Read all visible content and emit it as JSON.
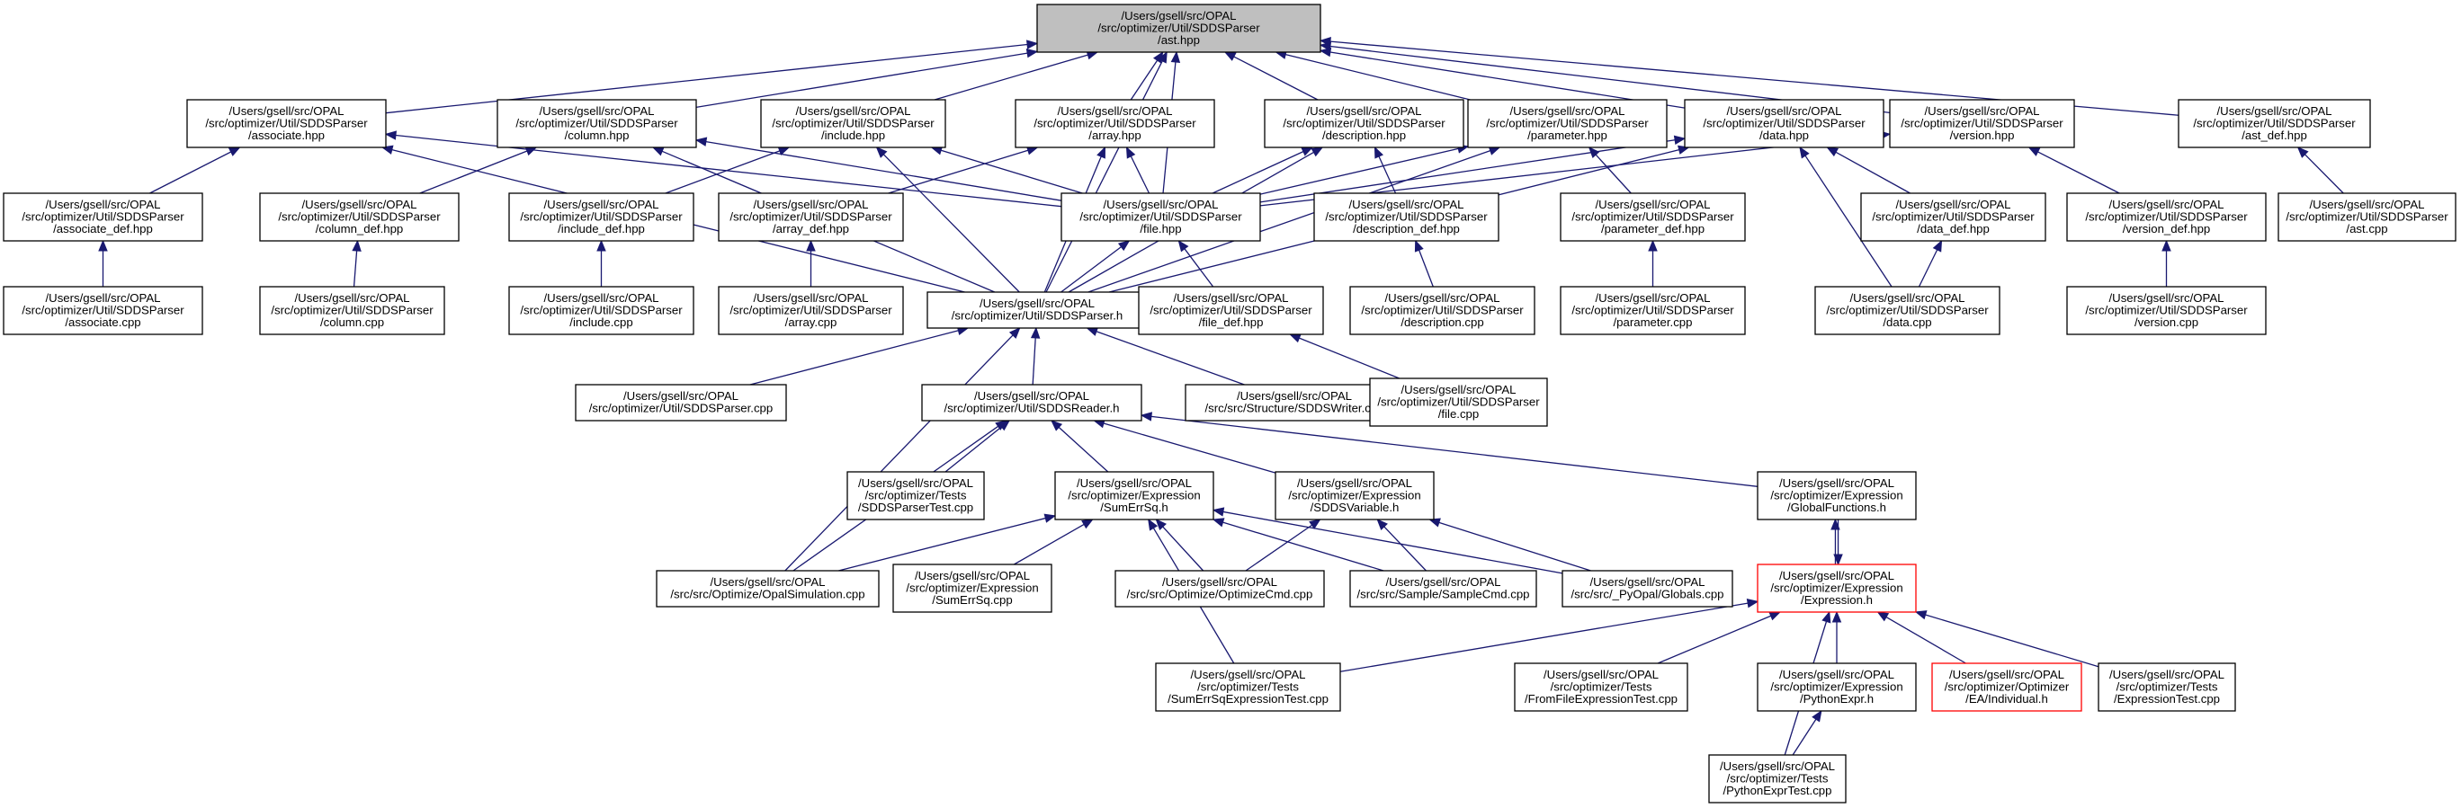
{
  "diagram": {
    "nodes": [
      {
        "id": "ast",
        "lines": [
          "/Users/gsell/src/OPAL",
          "/src/optimizer/Util/SDDSParser",
          "/ast.hpp"
        ],
        "highlight": "root"
      },
      {
        "id": "associate",
        "lines": [
          "/Users/gsell/src/OPAL",
          "/src/optimizer/Util/SDDSParser",
          "/associate.hpp"
        ]
      },
      {
        "id": "column",
        "lines": [
          "/Users/gsell/src/OPAL",
          "/src/optimizer/Util/SDDSParser",
          "/column.hpp"
        ]
      },
      {
        "id": "include",
        "lines": [
          "/Users/gsell/src/OPAL",
          "/src/optimizer/Util/SDDSParser",
          "/include.hpp"
        ]
      },
      {
        "id": "array",
        "lines": [
          "/Users/gsell/src/OPAL",
          "/src/optimizer/Util/SDDSParser",
          "/array.hpp"
        ]
      },
      {
        "id": "description",
        "lines": [
          "/Users/gsell/src/OPAL",
          "/src/optimizer/Util/SDDSParser",
          "/description.hpp"
        ]
      },
      {
        "id": "parameter",
        "lines": [
          "/Users/gsell/src/OPAL",
          "/src/optimizer/Util/SDDSParser",
          "/parameter.hpp"
        ]
      },
      {
        "id": "data",
        "lines": [
          "/Users/gsell/src/OPAL",
          "/src/optimizer/Util/SDDSParser",
          "/data.hpp"
        ]
      },
      {
        "id": "version",
        "lines": [
          "/Users/gsell/src/OPAL",
          "/src/optimizer/Util/SDDSParser",
          "/version.hpp"
        ]
      },
      {
        "id": "ast_def",
        "lines": [
          "/Users/gsell/src/OPAL",
          "/src/optimizer/Util/SDDSParser",
          "/ast_def.hpp"
        ]
      },
      {
        "id": "associate_def",
        "lines": [
          "/Users/gsell/src/OPAL",
          "/src/optimizer/Util/SDDSParser",
          "/associate_def.hpp"
        ]
      },
      {
        "id": "column_def",
        "lines": [
          "/Users/gsell/src/OPAL",
          "/src/optimizer/Util/SDDSParser",
          "/column_def.hpp"
        ]
      },
      {
        "id": "include_def",
        "lines": [
          "/Users/gsell/src/OPAL",
          "/src/optimizer/Util/SDDSParser",
          "/include_def.hpp"
        ]
      },
      {
        "id": "array_def",
        "lines": [
          "/Users/gsell/src/OPAL",
          "/src/optimizer/Util/SDDSParser",
          "/array_def.hpp"
        ]
      },
      {
        "id": "file",
        "lines": [
          "/Users/gsell/src/OPAL",
          "/src/optimizer/Util/SDDSParser",
          "/file.hpp"
        ]
      },
      {
        "id": "description_def",
        "lines": [
          "/Users/gsell/src/OPAL",
          "/src/optimizer/Util/SDDSParser",
          "/description_def.hpp"
        ]
      },
      {
        "id": "parameter_def",
        "lines": [
          "/Users/gsell/src/OPAL",
          "/src/optimizer/Util/SDDSParser",
          "/parameter_def.hpp"
        ]
      },
      {
        "id": "data_def",
        "lines": [
          "/Users/gsell/src/OPAL",
          "/src/optimizer/Util/SDDSParser",
          "/data_def.hpp"
        ]
      },
      {
        "id": "version_def",
        "lines": [
          "/Users/gsell/src/OPAL",
          "/src/optimizer/Util/SDDSParser",
          "/version_def.hpp"
        ]
      },
      {
        "id": "ast_cpp",
        "lines": [
          "/Users/gsell/src/OPAL",
          "/src/optimizer/Util/SDDSParser",
          "/ast.cpp"
        ]
      },
      {
        "id": "associate_cpp",
        "lines": [
          "/Users/gsell/src/OPAL",
          "/src/optimizer/Util/SDDSParser",
          "/associate.cpp"
        ]
      },
      {
        "id": "column_cpp",
        "lines": [
          "/Users/gsell/src/OPAL",
          "/src/optimizer/Util/SDDSParser",
          "/column.cpp"
        ]
      },
      {
        "id": "include_cpp",
        "lines": [
          "/Users/gsell/src/OPAL",
          "/src/optimizer/Util/SDDSParser",
          "/include.cpp"
        ]
      },
      {
        "id": "array_cpp",
        "lines": [
          "/Users/gsell/src/OPAL",
          "/src/optimizer/Util/SDDSParser",
          "/array.cpp"
        ]
      },
      {
        "id": "sddsparser_h",
        "lines": [
          "/Users/gsell/src/OPAL",
          "/src/optimizer/Util/SDDSParser.h"
        ]
      },
      {
        "id": "file_def",
        "lines": [
          "/Users/gsell/src/OPAL",
          "/src/optimizer/Util/SDDSParser",
          "/file_def.hpp"
        ]
      },
      {
        "id": "description_cpp",
        "lines": [
          "/Users/gsell/src/OPAL",
          "/src/optimizer/Util/SDDSParser",
          "/description.cpp"
        ]
      },
      {
        "id": "parameter_cpp",
        "lines": [
          "/Users/gsell/src/OPAL",
          "/src/optimizer/Util/SDDSParser",
          "/parameter.cpp"
        ]
      },
      {
        "id": "data_cpp",
        "lines": [
          "/Users/gsell/src/OPAL",
          "/src/optimizer/Util/SDDSParser",
          "/data.cpp"
        ]
      },
      {
        "id": "version_cpp",
        "lines": [
          "/Users/gsell/src/OPAL",
          "/src/optimizer/Util/SDDSParser",
          "/version.cpp"
        ]
      },
      {
        "id": "sddsparser_cpp",
        "lines": [
          "/Users/gsell/src/OPAL",
          "/src/optimizer/Util/SDDSParser.cpp"
        ]
      },
      {
        "id": "sddsreader_h",
        "lines": [
          "/Users/gsell/src/OPAL",
          "/src/optimizer/Util/SDDSReader.h"
        ]
      },
      {
        "id": "sddswriter_cpp",
        "lines": [
          "/Users/gsell/src/OPAL",
          "/src/src/Structure/SDDSWriter.cpp"
        ]
      },
      {
        "id": "file_cpp",
        "lines": [
          "/Users/gsell/src/OPAL",
          "/src/optimizer/Util/SDDSParser",
          "/file.cpp"
        ]
      },
      {
        "id": "sddsparsertest_cpp",
        "lines": [
          "/Users/gsell/src/OPAL",
          "/src/optimizer/Tests",
          "/SDDSParserTest.cpp"
        ]
      },
      {
        "id": "sumerrsq_h",
        "lines": [
          "/Users/gsell/src/OPAL",
          "/src/optimizer/Expression",
          "/SumErrSq.h"
        ]
      },
      {
        "id": "sddsvariable_h",
        "lines": [
          "/Users/gsell/src/OPAL",
          "/src/optimizer/Expression",
          "/SDDSVariable.h"
        ]
      },
      {
        "id": "globalfunctions_h",
        "lines": [
          "/Users/gsell/src/OPAL",
          "/src/optimizer/Expression",
          "/GlobalFunctions.h"
        ]
      },
      {
        "id": "opalsimulation_cpp",
        "lines": [
          "/Users/gsell/src/OPAL",
          "/src/src/Optimize/OpalSimulation.cpp"
        ]
      },
      {
        "id": "sumerrsq_cpp",
        "lines": [
          "/Users/gsell/src/OPAL",
          "/src/optimizer/Expression",
          "/SumErrSq.cpp"
        ]
      },
      {
        "id": "optimizecmd_cpp",
        "lines": [
          "/Users/gsell/src/OPAL",
          "/src/src/Optimize/OptimizeCmd.cpp"
        ]
      },
      {
        "id": "samplecmd_cpp",
        "lines": [
          "/Users/gsell/src/OPAL",
          "/src/src/Sample/SampleCmd.cpp"
        ]
      },
      {
        "id": "globals_cpp",
        "lines": [
          "/Users/gsell/src/OPAL",
          "/src/src/_PyOpal/Globals.cpp"
        ]
      },
      {
        "id": "expression_h",
        "lines": [
          "/Users/gsell/src/OPAL",
          "/src/optimizer/Expression",
          "/Expression.h"
        ],
        "highlight": "red"
      },
      {
        "id": "sumerrsqexpressiontest_cpp",
        "lines": [
          "/Users/gsell/src/OPAL",
          "/src/optimizer/Tests",
          "/SumErrSqExpressionTest.cpp"
        ]
      },
      {
        "id": "fromfileexpressiontest_cpp",
        "lines": [
          "/Users/gsell/src/OPAL",
          "/src/optimizer/Tests",
          "/FromFileExpressionTest.cpp"
        ]
      },
      {
        "id": "pythonexpr_h",
        "lines": [
          "/Users/gsell/src/OPAL",
          "/src/optimizer/Expression",
          "/PythonExpr.h"
        ]
      },
      {
        "id": "individual_h",
        "lines": [
          "/Users/gsell/src/OPAL",
          "/src/optimizer/Optimizer",
          "/EA/Individual.h"
        ],
        "highlight": "red"
      },
      {
        "id": "expressiontest_cpp",
        "lines": [
          "/Users/gsell/src/OPAL",
          "/src/optimizer/Tests",
          "/ExpressionTest.cpp"
        ]
      },
      {
        "id": "pythonexprtest_cpp",
        "lines": [
          "/Users/gsell/src/OPAL",
          "/src/optimizer/Tests",
          "/PythonExprTest.cpp"
        ]
      }
    ],
    "edges": [
      [
        "associate",
        "ast"
      ],
      [
        "column",
        "ast"
      ],
      [
        "include",
        "ast"
      ],
      [
        "array",
        "ast"
      ],
      [
        "description",
        "ast"
      ],
      [
        "parameter",
        "ast"
      ],
      [
        "data",
        "ast"
      ],
      [
        "version",
        "ast"
      ],
      [
        "ast_def",
        "ast"
      ],
      [
        "file",
        "ast"
      ],
      [
        "sddsparser_h",
        "ast"
      ],
      [
        "associate_def",
        "associate"
      ],
      [
        "file",
        "associate"
      ],
      [
        "sddsparser_h",
        "associate"
      ],
      [
        "column_def",
        "column"
      ],
      [
        "file",
        "column"
      ],
      [
        "sddsparser_h",
        "column"
      ],
      [
        "include_def",
        "include"
      ],
      [
        "file",
        "include"
      ],
      [
        "sddsparser_h",
        "include"
      ],
      [
        "array_def",
        "array"
      ],
      [
        "file",
        "array"
      ],
      [
        "sddsparser_h",
        "array"
      ],
      [
        "description_def",
        "description"
      ],
      [
        "file",
        "description"
      ],
      [
        "sddsparser_h",
        "description"
      ],
      [
        "parameter_def",
        "parameter"
      ],
      [
        "file",
        "parameter"
      ],
      [
        "sddsparser_h",
        "parameter"
      ],
      [
        "data_def",
        "data"
      ],
      [
        "file",
        "data"
      ],
      [
        "sddsparser_h",
        "data"
      ],
      [
        "data_cpp",
        "data"
      ],
      [
        "version_def",
        "version"
      ],
      [
        "file",
        "version"
      ],
      [
        "ast_cpp",
        "ast_def"
      ],
      [
        "associate_cpp",
        "associate_def"
      ],
      [
        "column_cpp",
        "column_def"
      ],
      [
        "include_cpp",
        "include_def"
      ],
      [
        "array_cpp",
        "array_def"
      ],
      [
        "description_cpp",
        "description_def"
      ],
      [
        "parameter_cpp",
        "parameter_def"
      ],
      [
        "data_cpp",
        "data_def"
      ],
      [
        "version_cpp",
        "version_def"
      ],
      [
        "sddsparser_h",
        "file"
      ],
      [
        "file_def",
        "file"
      ],
      [
        "file_cpp",
        "file_def"
      ],
      [
        "sddsparser_cpp",
        "sddsparser_h"
      ],
      [
        "sddsreader_h",
        "sddsparser_h"
      ],
      [
        "sddswriter_cpp",
        "sddsparser_h"
      ],
      [
        "opalsimulation_cpp",
        "sddsparser_h"
      ],
      [
        "sddsparsertest_cpp",
        "sddsreader_h"
      ],
      [
        "sumerrsq_h",
        "sddsreader_h"
      ],
      [
        "sddsvariable_h",
        "sddsreader_h"
      ],
      [
        "globalfunctions_h",
        "sddsreader_h"
      ],
      [
        "opalsimulation_cpp",
        "sddsreader_h"
      ],
      [
        "opalsimulation_cpp",
        "sumerrsq_h"
      ],
      [
        "sumerrsq_cpp",
        "sumerrsq_h"
      ],
      [
        "optimizecmd_cpp",
        "sumerrsq_h"
      ],
      [
        "samplecmd_cpp",
        "sumerrsq_h"
      ],
      [
        "globals_cpp",
        "sumerrsq_h"
      ],
      [
        "sumerrsqexpressiontest_cpp",
        "sumerrsq_h"
      ],
      [
        "optimizecmd_cpp",
        "sddsvariable_h"
      ],
      [
        "samplecmd_cpp",
        "sddsvariable_h"
      ],
      [
        "globals_cpp",
        "sddsvariable_h"
      ],
      [
        "expression_h",
        "globalfunctions_h"
      ],
      [
        "globalfunctions_h",
        "expression_h"
      ],
      [
        "sumerrsqexpressiontest_cpp",
        "expression_h"
      ],
      [
        "fromfileexpressiontest_cpp",
        "expression_h"
      ],
      [
        "pythonexpr_h",
        "expression_h"
      ],
      [
        "individual_h",
        "expression_h"
      ],
      [
        "expressiontest_cpp",
        "expression_h"
      ],
      [
        "pythonexprtest_cpp",
        "expression_h"
      ],
      [
        "pythonexprtest_cpp",
        "pythonexpr_h"
      ]
    ]
  }
}
